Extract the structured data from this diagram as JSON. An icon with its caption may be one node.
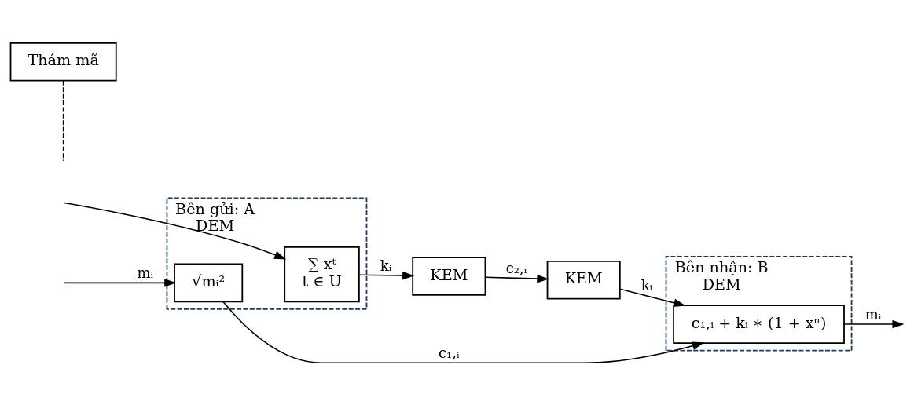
{
  "diagram": {
    "nodes": [
      {
        "text": [
          "Bên gửi: A",
          "DEM"
        ]
      },
      {
        "text": [
          "√mᵢ²"
        ],
        "in": 0
      },
      {
        "text": [
          "∑ xᵗ",
          "t ∈ U"
        ],
        "in": 0
      },
      {
        "text": [
          "KEM"
        ]
      },
      {
        "text": [
          "Thám mã"
        ]
      },
      {
        "text": [
          "KEM"
        ]
      },
      {
        "text": [
          "Bên nhận: B",
          "DEM"
        ]
      },
      {
        "text": [
          "c₁,ᵢ + kᵢ ∗ (1 + xⁿ)"
        ],
        "in": 6
      }
    ],
    "edges": [
      {
        "from": null,
        "to": 1,
        "arrow": "to",
        "label": "mᵢ"
      },
      {
        "from": null,
        "to": 2,
        "arrow": "to"
      },
      {
        "from": 1,
        "to": 7,
        "arrow": "to",
        "label": "c₁,ᵢ"
      },
      {
        "from": 2,
        "to": 3,
        "arrow": "to",
        "label": "kᵢ"
      },
      {
        "from": 3,
        "to": 5,
        "arrow": "to",
        "label": "c₂,ᵢ"
      },
      {
        "from": 5,
        "to": 7,
        "arrow": "to",
        "label": "kᵢ"
      },
      {
        "from": 7,
        "to": null,
        "arrow": "to",
        "label": "mᵢ"
      },
      {
        "from": 4,
        "to": null,
        "arrow": "none",
        "style": "dashed",
        "color": "#000000"
      }
    ]
  }
}
